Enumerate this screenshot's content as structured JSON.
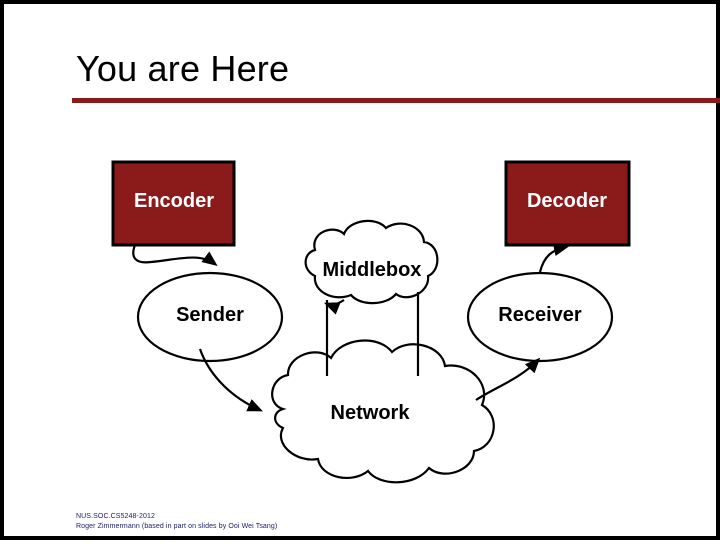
{
  "slide": {
    "title": "You are Here",
    "rule_color": "#8b1a1a",
    "border_color": "#000000",
    "background": "#ffffff"
  },
  "diagram": {
    "type": "block-diagram",
    "nodes": [
      {
        "id": "encoder",
        "label": "Encoder",
        "shape": "rectangle",
        "fill": "#8b1a1a",
        "stroke": "#000000",
        "text_color": "#ffffff"
      },
      {
        "id": "decoder",
        "label": "Decoder",
        "shape": "rectangle",
        "fill": "#8b1a1a",
        "stroke": "#000000",
        "text_color": "#ffffff"
      },
      {
        "id": "sender",
        "label": "Sender",
        "shape": "ellipse",
        "fill": "#ffffff",
        "stroke": "#000000",
        "text_color": "#000000"
      },
      {
        "id": "receiver",
        "label": "Receiver",
        "shape": "ellipse",
        "fill": "#ffffff",
        "stroke": "#000000",
        "text_color": "#000000"
      },
      {
        "id": "middlebox",
        "label": "Middlebox",
        "shape": "cloud",
        "fill": "#ffffff",
        "stroke": "#000000",
        "text_color": "#000000"
      },
      {
        "id": "network",
        "label": "Network",
        "shape": "cloud",
        "fill": "#ffffff",
        "stroke": "#000000",
        "text_color": "#000000"
      }
    ],
    "edges": [
      {
        "from": "encoder",
        "to": "sender",
        "style": "curved-arrow"
      },
      {
        "from": "sender",
        "to": "network",
        "style": "curved-arrow"
      },
      {
        "from": "network",
        "to": "receiver",
        "style": "curved-arrow"
      },
      {
        "from": "receiver",
        "to": "decoder",
        "style": "curved-arrow"
      },
      {
        "from": "middlebox",
        "to": "sender",
        "style": "curved-arrow"
      },
      {
        "from": "middlebox",
        "to": "network",
        "style": "line"
      }
    ]
  },
  "footer": {
    "line1": "NUS.SOC.CS5248-2012",
    "line2": "Roger Zimmermann (based in part on slides by Ooi Wei Tsang)"
  }
}
